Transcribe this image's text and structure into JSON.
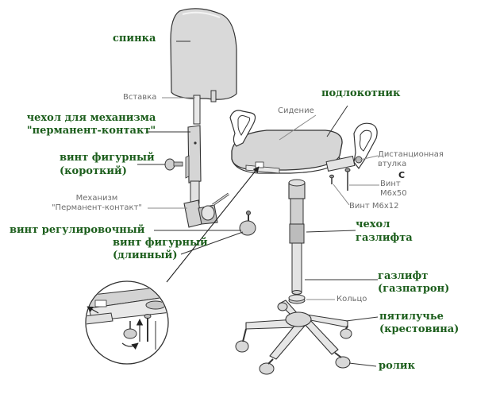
{
  "labels": {
    "spinka": "спинка",
    "vstavka": "Вставка",
    "chehol_mech_1": "чехол для механизма",
    "chehol_mech_2": "\"перманент-контакт\"",
    "vint_fig_korot_1": "винт фигурный",
    "vint_fig_korot_2": "(короткий)",
    "mechanism_1": "Механизм",
    "mechanism_2": "\"Перманент-контакт\"",
    "vint_regul": "винт регулировочный",
    "vint_fig_dlin_1": "винт фигурный",
    "vint_fig_dlin_2": "(длинный)",
    "sidenie": "Сидение",
    "podlokotnik": "подлокотник",
    "distance_1": "Дистанционная",
    "distance_2": "втулка",
    "c_letter": "C",
    "vint_m6x50_1": "Винт",
    "vint_m6x50_2": "М6x50",
    "vint_m6x12": "Винт М6x12",
    "chehol_gaz_1": "чехол",
    "chehol_gaz_2": "газлифта",
    "gazlift_1": "газлифт",
    "gazlift_2": "(газпатрон)",
    "kolco": "Кольцо",
    "pyatiluche_1": "пятилучье",
    "pyatiluche_2": "(крестовина)",
    "rolik": "ролик"
  },
  "colors": {
    "label_green": "#1c5e1c",
    "label_gray": "#6d6d6d",
    "part_fill": "#d4d4d4",
    "outline": "#333333"
  }
}
